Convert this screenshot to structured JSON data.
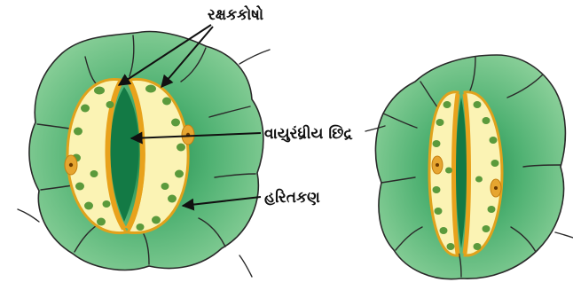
{
  "labels": {
    "guard_cells": "રક્ષકકોષો",
    "stomatal_pore": "વાયુરંધ્રીય છિદ્ર",
    "chloroplast": "હરિતકણ"
  },
  "colors": {
    "epidermis_light": "#7fc98f",
    "epidermis_dark": "#2f9a5a",
    "cell_outline": "#2a2a2a",
    "guard_cell_fill": "#fbf3b4",
    "guard_cell_rim": "#e0a21c",
    "pore": "#137a45",
    "chloroplast": "#5b9a3c",
    "nucleus": "#e6a530",
    "arrow": "#111111"
  }
}
